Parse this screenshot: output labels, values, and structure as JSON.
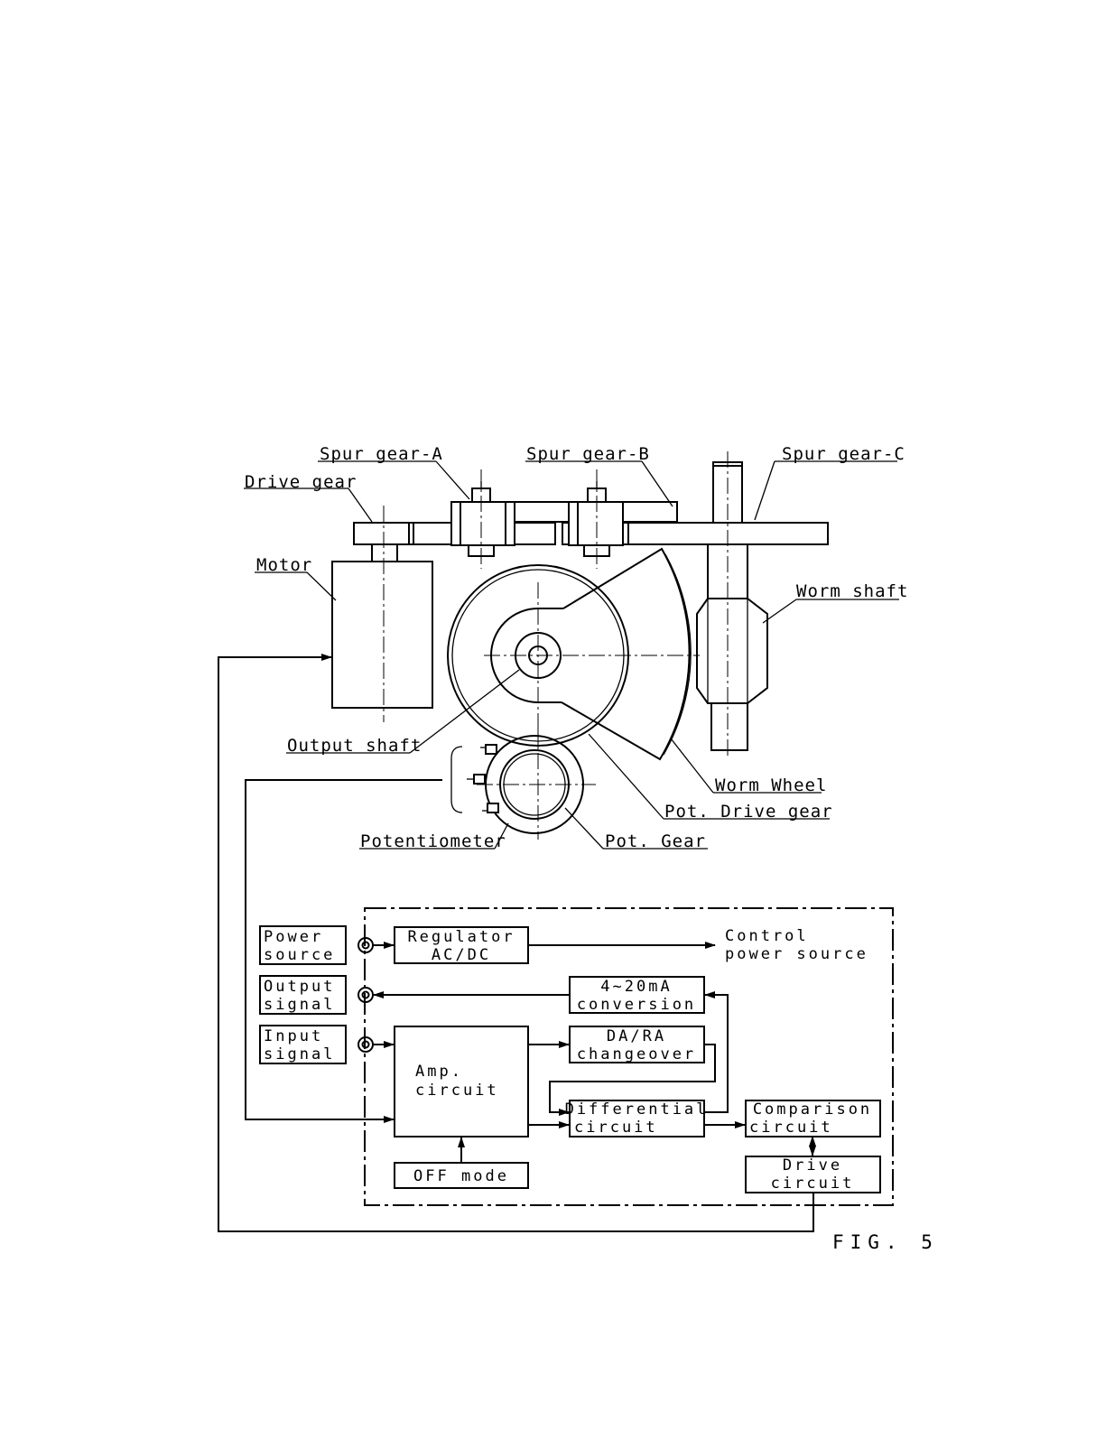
{
  "mechanism": {
    "labels": {
      "spur_gear_a": "Spur gear-A",
      "spur_gear_b": "Spur gear-B",
      "spur_gear_c": "Spur gear-C",
      "drive_gear": "Drive gear",
      "motor": "Motor",
      "worm_shaft": "Worm shaft",
      "output_shaft": "Output shaft",
      "worm_wheel": "Worm Wheel",
      "pot_drive_gear": "Pot. Drive gear",
      "potentiometer": "Potentiometer",
      "pot_gear": "Pot. Gear"
    }
  },
  "control": {
    "terminals": {
      "power_source": [
        "Power",
        "source"
      ],
      "output_signal": [
        "Output",
        "signal"
      ],
      "input_signal": [
        "Input",
        "signal"
      ]
    },
    "blocks": {
      "regulator": [
        "Regulator",
        "AC/DC"
      ],
      "control_power": [
        "Control",
        "power source"
      ],
      "conversion": [
        "4~20mA",
        "conversion"
      ],
      "changeover": [
        "DA/RA",
        "changeover"
      ],
      "amp": [
        "Amp.",
        "circuit"
      ],
      "differential": [
        "Differential",
        "circuit"
      ],
      "comparison": [
        "Comparison",
        "circuit"
      ],
      "drive": [
        "Drive",
        "circuit"
      ],
      "off_mode": "OFF mode"
    }
  },
  "figure_label": "FIG. 5"
}
